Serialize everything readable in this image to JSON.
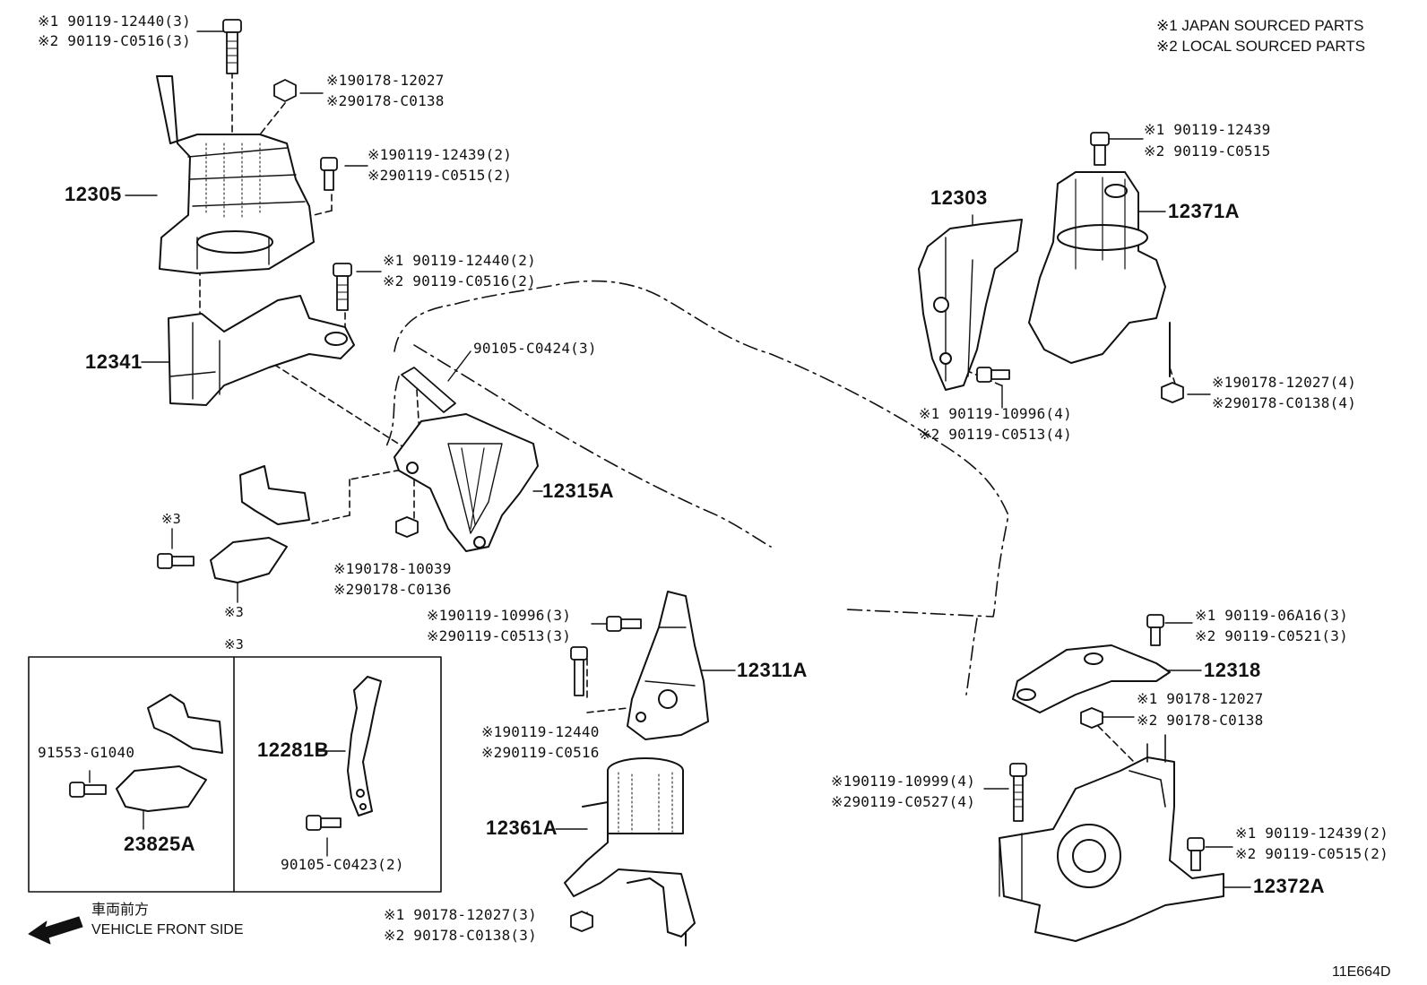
{
  "notes": {
    "line1": "※1 JAPAN SOURCED PARTS",
    "line2": "※2 LOCAL SOURCED PARTS"
  },
  "labels": {
    "p_12305": "12305",
    "p_12341": "12341",
    "p_12303": "12303",
    "p_12371A": "12371A",
    "p_12315A": "12315A",
    "p_12311A": "12311A",
    "p_12361A": "12361A",
    "p_12318": "12318",
    "p_12372A": "12372A",
    "p_12281B": "12281B",
    "p_23825A": "23825A",
    "b1_1": "※1 90119-12440(3)",
    "b1_2": "※2 90119-C0516(3)",
    "n1_1": "※190178-12027",
    "n1_2": "※290178-C0138",
    "b2_1": "※190119-12439(2)",
    "b2_2": "※290119-C0515(2)",
    "b3_1": "※1 90119-12440(2)",
    "b3_2": "※2 90119-C0516(2)",
    "b4": "90105-C0424(3)",
    "m3_a": "※3",
    "m3_b": "※3",
    "m3_c": "※3",
    "n2_1": "※190178-10039",
    "n2_2": "※290178-C0136",
    "b5_1": "※1 90119-12439",
    "b5_2": "※2 90119-C0515",
    "b6_1": "※1 90119-10996(4)",
    "b6_2": "※2 90119-C0513(4)",
    "n3_1": "※190178-12027(4)",
    "n3_2": "※290178-C0138(4)",
    "b7_1": "※190119-10996(3)",
    "b7_2": "※290119-C0513(3)",
    "b8_1": "※190119-12440",
    "b8_2": "※290119-C0516",
    "n4_1": "※1 90178-12027(3)",
    "n4_2": "※2 90178-C0138(3)",
    "b9_1": "※1 90119-06A16(3)",
    "b9_2": "※2 90119-C0521(3)",
    "n5_1": "※1 90178-12027",
    "n5_2": "※2 90178-C0138",
    "b10_1": "※190119-10999(4)",
    "b10_2": "※290119-C0527(4)",
    "b11_1": "※1 90119-12439(2)",
    "b11_2": "※2 90119-C0515(2)",
    "p_91553": "91553-G1040",
    "p_90105_c0423": "90105-C0423(2)",
    "front_jp": "車両前方",
    "front_en": "VEHICLE FRONT SIDE",
    "diagram_id": "11E664D"
  }
}
